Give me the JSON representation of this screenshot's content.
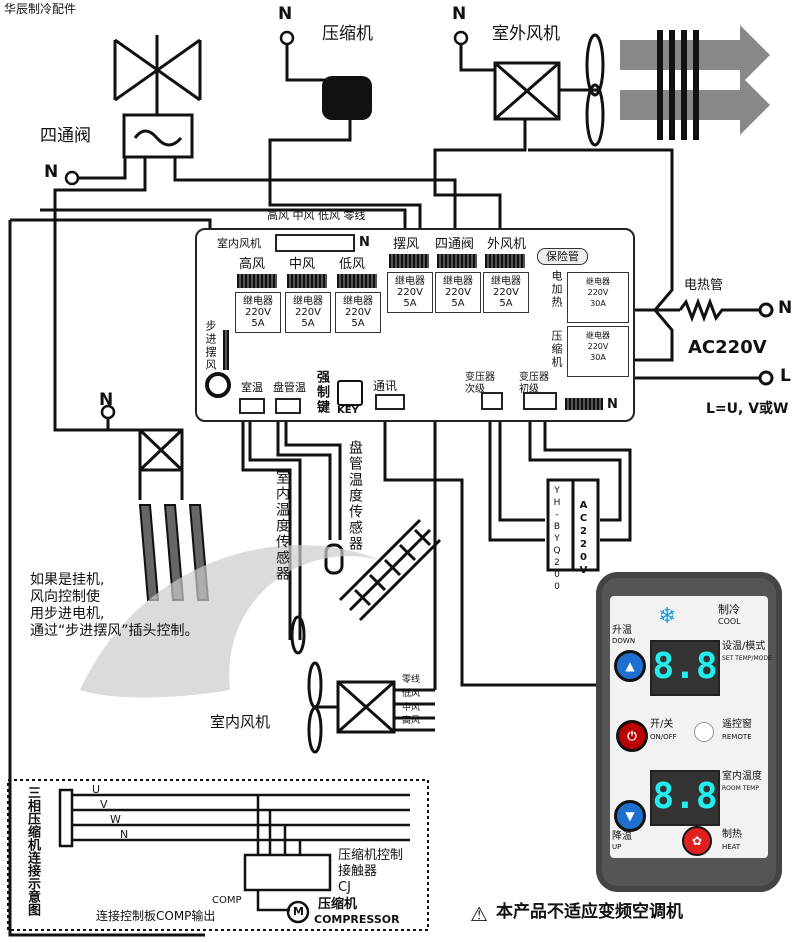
{
  "watermark": "华辰制冷配件",
  "top": {
    "n1": "N",
    "compressor": "压缩机",
    "n2": "N",
    "outdoor_fan": "室外风机",
    "four_way_valve": "四通阀",
    "n_left": "N"
  },
  "board": {
    "fan_speed_header": "高风 中风 低风 零线",
    "indoor_fan_label": "室内风机",
    "n_mark": "N",
    "relay_groups": [
      {
        "label": "高风",
        "text": "继电器\n220V\n5A"
      },
      {
        "label": "中风",
        "text": "继电器\n220V\n5A"
      },
      {
        "label": "低风",
        "text": "继电器\n220V\n5A"
      }
    ],
    "right_relays": [
      {
        "label": "摆风",
        "text": "继电器\n220V\n5A"
      },
      {
        "label": "四通阀",
        "text": "继电器\n220V\n5A"
      },
      {
        "label": "外风机",
        "text": "继电器\n220V\n5A"
      }
    ],
    "fuse": "保险管",
    "electric_heat": "电加热",
    "compressor_v": "压缩机",
    "big_relay_text": "继电器\n220V\n30A",
    "stepper_label": "步进摆风",
    "room_temp": "室温",
    "coil_temp": "盘管温",
    "force_key": "强制键",
    "key": "KEY",
    "comm": "通讯",
    "transformer_secondary": "变压器\n次级",
    "transformer_primary": "变压器\n初级",
    "n_bottom": "N"
  },
  "right_side": {
    "heater_tube": "电热管",
    "n": "N",
    "ac": "AC220V",
    "l": "L",
    "l_note": "L=U, V或W"
  },
  "middle": {
    "n_fan": "N",
    "room_temp_sensor": "室内温度传感器",
    "coil_temp_sensor": "盘管温度传感器",
    "transformer_model": "YH-BYQ200",
    "transformer_ac": "AC220V",
    "hanging_note": [
      "如果是挂机,",
      "风向控制使",
      "用步进电机,",
      "通过“步进摆风”插头控制。"
    ],
    "indoor_fan": "室内风机",
    "fan_taps": [
      "零线",
      "低风",
      "中风",
      "高风"
    ]
  },
  "panel": {
    "cool_cn": "制冷",
    "cool_en": "COOL",
    "up_cn": "升温",
    "up_en": "DOWN",
    "set_cn": "设温/模式",
    "set_en": "SET TEMP/MODE",
    "display1": "8.8",
    "onoff_cn": "开/关",
    "onoff_en": "ON/OFF",
    "remote_cn": "遥控窗",
    "remote_en": "REMOTE",
    "display2": "8.8",
    "room_cn": "室内温度",
    "room_en": "ROOM TEMP",
    "down_cn": "降温",
    "down_en": "UP",
    "heat_cn": "制热",
    "heat_en": "HEAT"
  },
  "wiring_box": {
    "title": "三相压缩机连接示意图",
    "phases": [
      "U",
      "V",
      "W",
      "N"
    ],
    "contactor": "压缩机控制\n接触器\nCJ",
    "comp_label": "COMP",
    "comp_output": "连接控制板COMP输出",
    "motor": "M",
    "compressor_cn": "压缩机",
    "compressor_en": "COMPRESSOR"
  },
  "warning": "本产品不适应变频空调机"
}
